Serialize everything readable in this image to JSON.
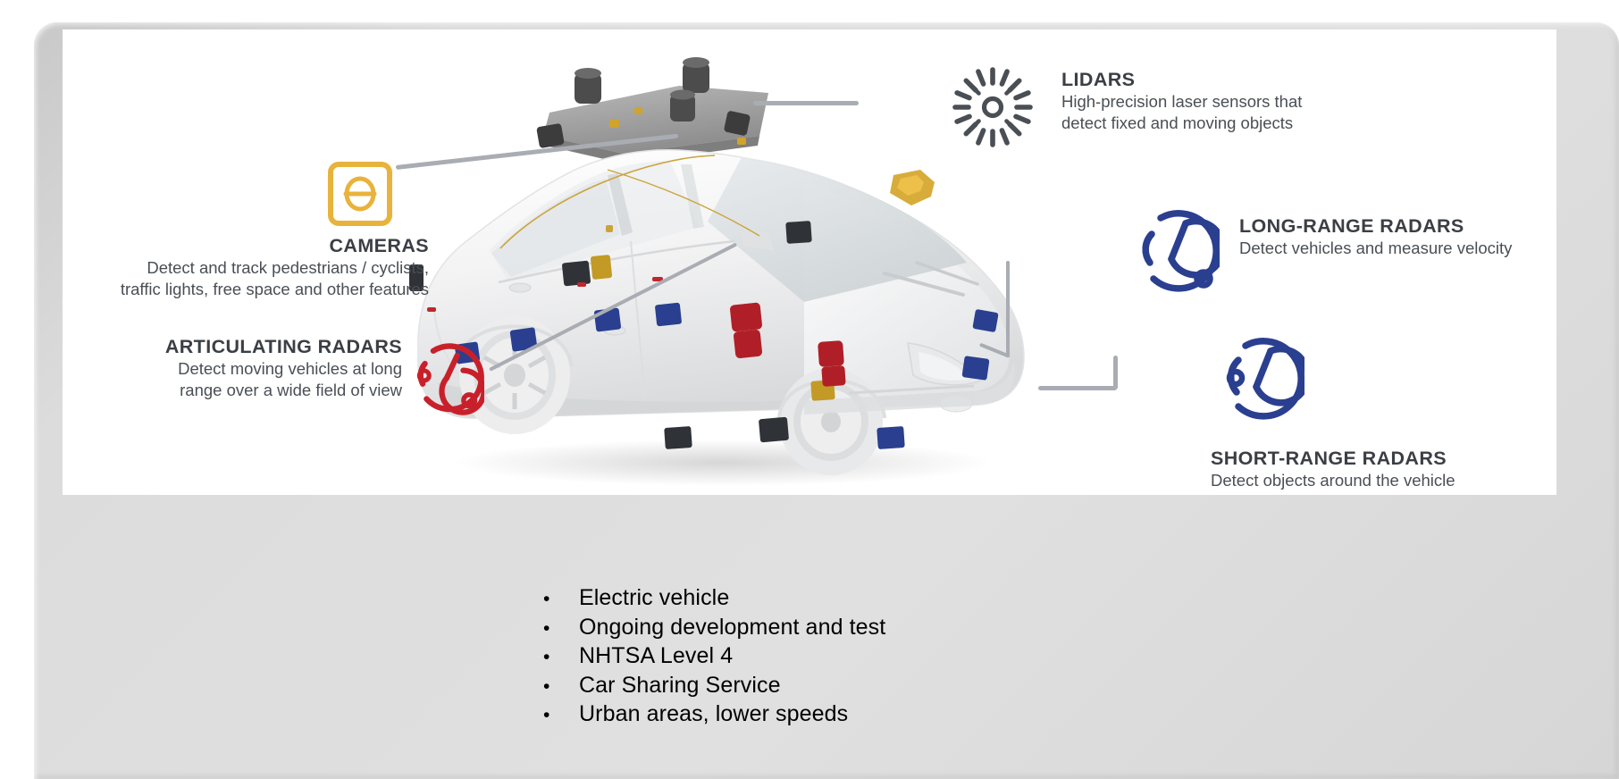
{
  "slide": {
    "type": "autonomous-vehicle-sensor-diagram",
    "background_color": "#ffffff",
    "frame_color": "#dcdcdc",
    "card_color": "#ffffff"
  },
  "colors": {
    "title_gray": "#3b3f45",
    "body_gray": "#4a4f55",
    "camera_gold": "#e8b33c",
    "radar_blue": "#2a3f8f",
    "radar_red": "#c8202a",
    "lidar_dark": "#4a4f55",
    "connector_gray": "#a9adb3",
    "bullet_panel": "#dcdcdc"
  },
  "callouts": [
    {
      "id": "lidars",
      "icon": "lidar-sunburst-icon",
      "icon_color": "#4a4f55",
      "title": "LIDARS",
      "description_lines": [
        "High-precision laser sensors that",
        "detect fixed and moving objects"
      ]
    },
    {
      "id": "cameras",
      "icon": "camera-lens-icon",
      "icon_color": "#e8b33c",
      "title": "CAMERAS",
      "description_lines": [
        "Detect and track pedestrians / cyclists,",
        "traffic lights, free space and other features"
      ]
    },
    {
      "id": "articulating-radars",
      "icon": "radar-swirl-icon",
      "icon_color": "#c8202a",
      "title": "ARTICULATING RADARS",
      "description_lines": [
        "Detect moving vehicles at long",
        "range over a wide field of view"
      ]
    },
    {
      "id": "long-range-radars",
      "icon": "radar-swirl-icon",
      "icon_color": "#2a3f8f",
      "title": "LONG-RANGE RADARS",
      "description_lines": [
        "Detect vehicles and measure velocity"
      ]
    },
    {
      "id": "short-range-radars",
      "icon": "radar-swirl-icon",
      "icon_color": "#2a3f8f",
      "title": "SHORT-RANGE RADARS",
      "description_lines": [
        "Detect objects around the vehicle"
      ]
    }
  ],
  "bullets": {
    "marker": "•",
    "items": [
      "Electric vehicle",
      "Ongoing development and test",
      "NHTSA Level 4",
      "Car Sharing Service",
      "Urban areas, lower speeds"
    ]
  },
  "vehicle": {
    "name": "autonomous-test-vehicle",
    "body_color": "#f4f4f5",
    "roof_pod_color": "#9a9a9a",
    "sensor_marker_colors": {
      "camera": "#c9a227",
      "lidar": "#3a3a3a",
      "short_range_radar": "#2a3f8f",
      "long_range_radar": "#b01f27"
    }
  }
}
